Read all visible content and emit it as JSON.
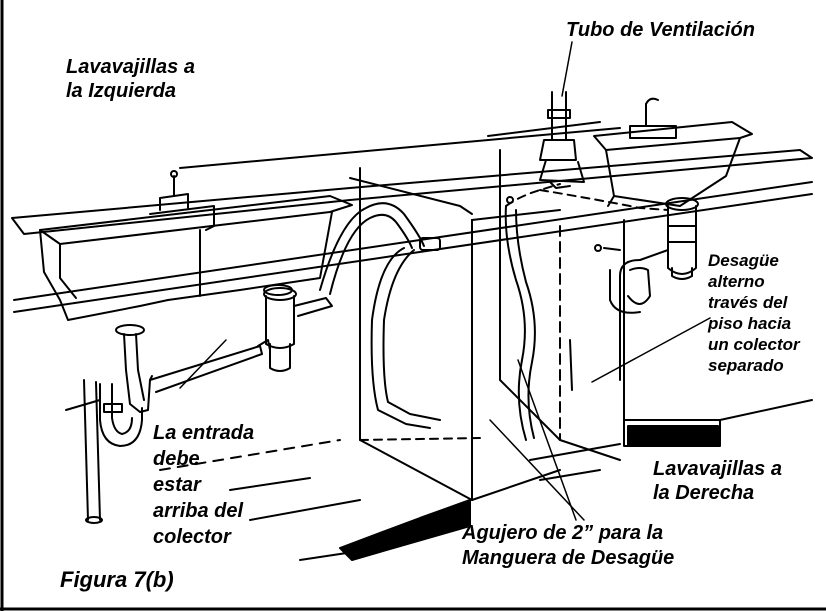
{
  "labels": {
    "left_washer": [
      "Lavavajillas a",
      "la Izquierda"
    ],
    "vent_pipe": "Tubo de Ventilación",
    "alternate_drain": [
      "Desagüe",
      "alterno",
      "través del",
      "piso hacia",
      "un colector",
      "separado"
    ],
    "inlet_note": [
      "La entrada",
      "debe",
      "estar",
      "arriba del",
      "colector"
    ],
    "right_washer": [
      "Lavavajillas a",
      "la Derecha"
    ],
    "hole": [
      "Agujero de 2” para la",
      "Manguera de Desagüe"
    ],
    "figure": "Figura 7(b)"
  }
}
